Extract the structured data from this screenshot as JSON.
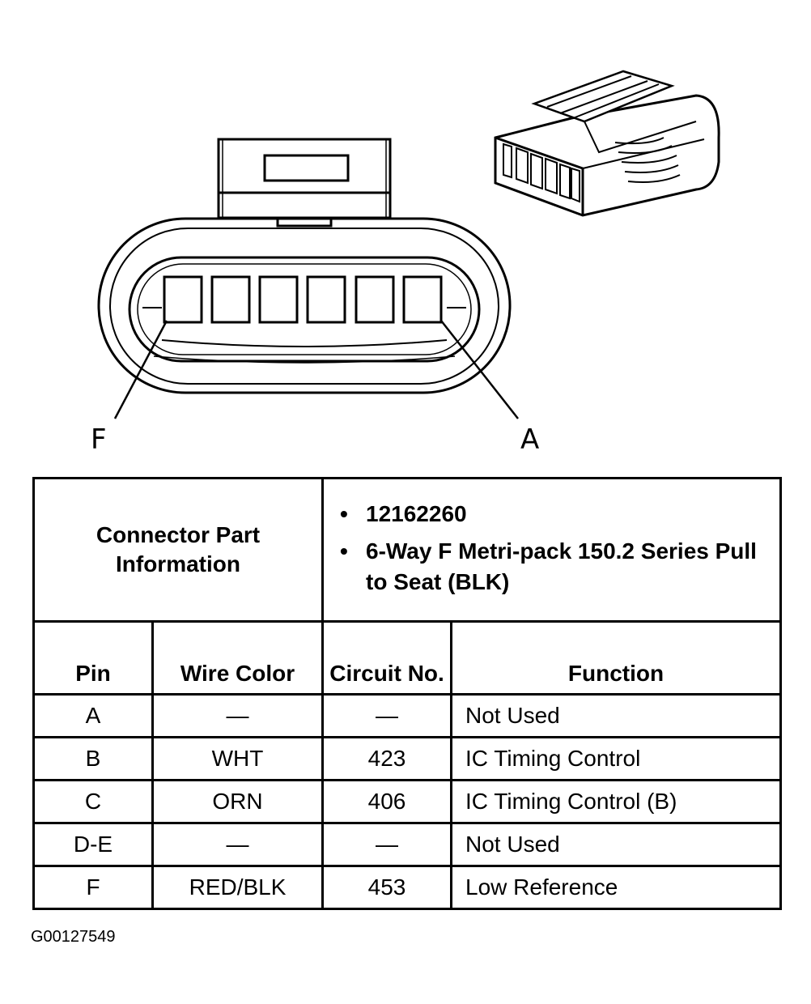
{
  "diagram": {
    "label_left": "F",
    "label_right": "A"
  },
  "table": {
    "info_header": "Connector Part Information",
    "part_lines": [
      "12162260",
      "6-Way F Metri-pack 150.2 Series Pull to Seat (BLK)"
    ],
    "columns": {
      "pin": "Pin",
      "wire_color": "Wire Color",
      "circuit_no": "Circuit No.",
      "function": "Function"
    },
    "rows": [
      {
        "pin": "A",
        "wire_color": "—",
        "circuit": "—",
        "function": "Not Used"
      },
      {
        "pin": "B",
        "wire_color": "WHT",
        "circuit": "423",
        "function": "IC Timing Control"
      },
      {
        "pin": "C",
        "wire_color": "ORN",
        "circuit": "406",
        "function": "IC Timing Control (B)"
      },
      {
        "pin": "D-E",
        "wire_color": "—",
        "circuit": "—",
        "function": "Not Used"
      },
      {
        "pin": "F",
        "wire_color": "RED/BLK",
        "circuit": "453",
        "function": "Low Reference"
      }
    ]
  },
  "figure_id": "G00127549"
}
